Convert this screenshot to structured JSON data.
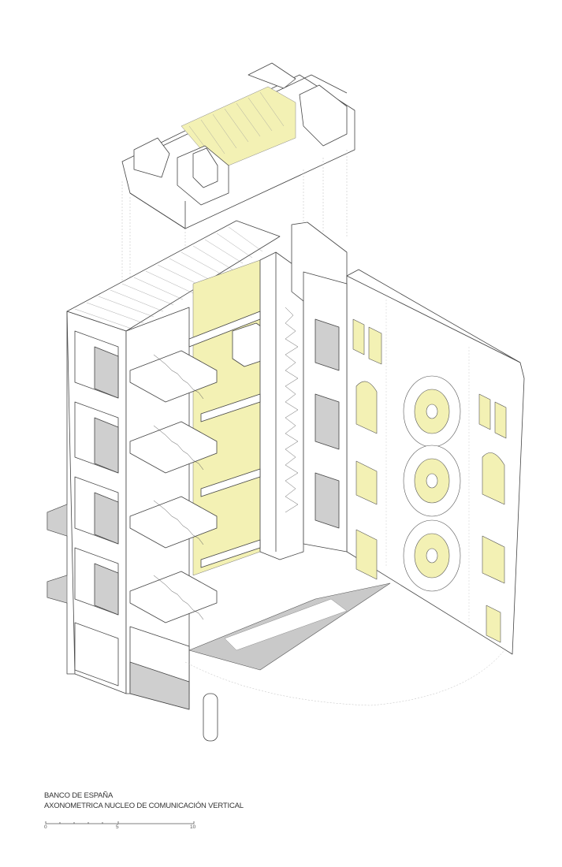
{
  "title": {
    "line1": "BANCO DE ESPAÑA",
    "line2": "AXONOMETRICA NUCLEO DE COMUNICACIÓN VERTICAL"
  },
  "scale": {
    "labels": [
      "0",
      "5",
      "10"
    ]
  },
  "colors": {
    "line": "#444444",
    "floor_gray": "#c9c9c9",
    "dark_gray": "#a8a8a8",
    "highlight_yellow": "#f3f1b4",
    "paper": "#ffffff"
  }
}
